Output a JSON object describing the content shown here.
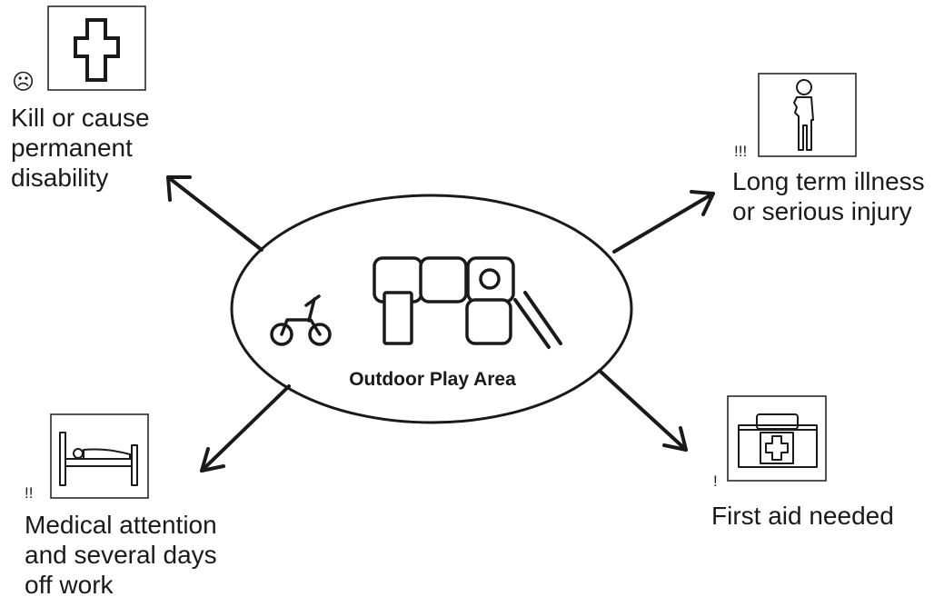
{
  "center": {
    "title": "Outdoor Play Area"
  },
  "outcomes": {
    "top_left": {
      "severity": "☹",
      "label": "Kill or cause\npermanent\ndisability",
      "icon": "cross-icon"
    },
    "top_right": {
      "severity": "!!!",
      "label": "Long term illness\nor serious injury",
      "icon": "injured-person-icon"
    },
    "bottom_left": {
      "severity": "!!",
      "label": "Medical attention\nand several days\noff work",
      "icon": "hospital-bed-icon"
    },
    "bottom_right": {
      "severity": "!",
      "label": "First aid needed",
      "icon": "first-aid-kit-icon"
    }
  }
}
